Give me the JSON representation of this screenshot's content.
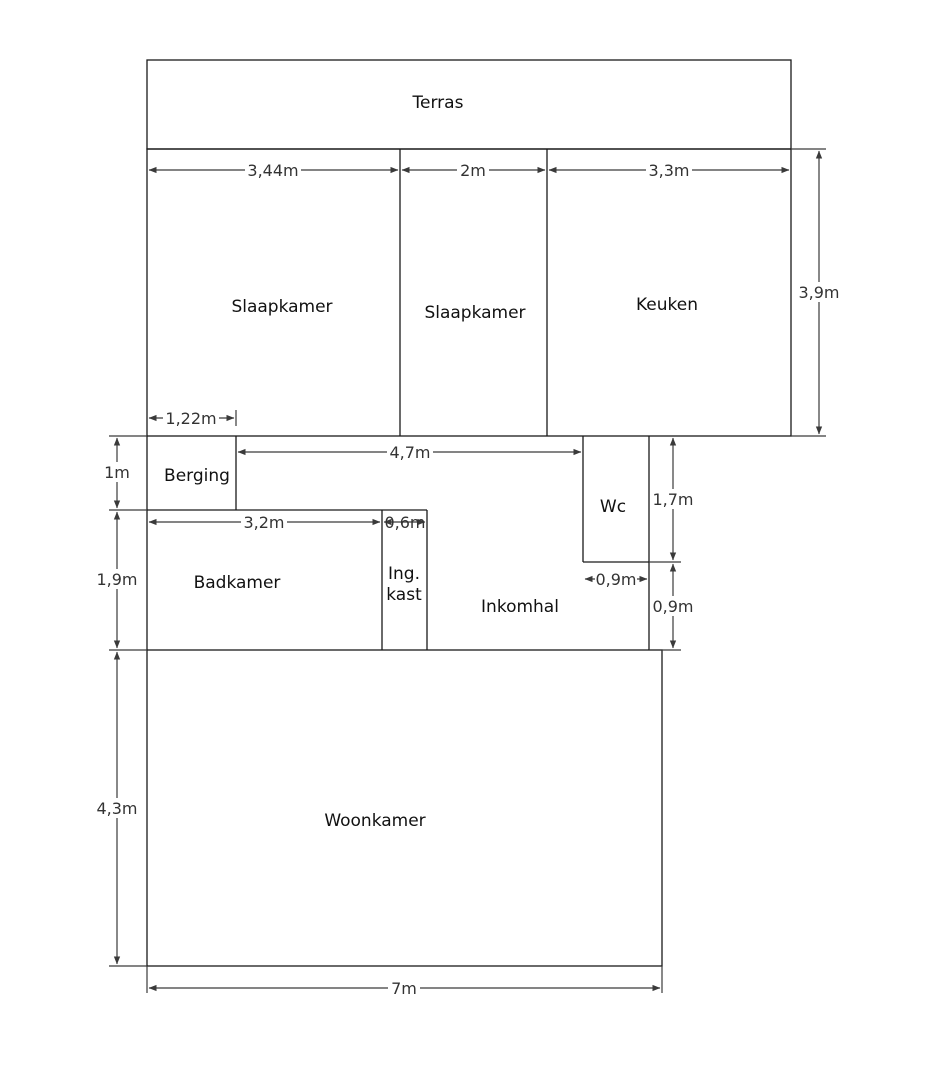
{
  "rooms": {
    "terras": "Terras",
    "slaapkamer_1": "Slaapkamer",
    "slaapkamer_2": "Slaapkamer",
    "keuken": "Keuken",
    "berging": "Berging",
    "badkamer": "Badkamer",
    "ing_kast_line1": "Ing.",
    "ing_kast_line2": "kast",
    "wc": "Wc",
    "inkomhal": "Inkomhal",
    "woonkamer": "Woonkamer"
  },
  "dimensions": {
    "slaapkamer_1_width": "3,44m",
    "slaapkamer_2_width": "2m",
    "keuken_width": "3,3m",
    "top_depth": "3,9m",
    "berging_width": "1,22m",
    "hall_width": "4,7m",
    "berging_depth": "1m",
    "wc_depth": "1,7m",
    "badkamer_width": "3,2m",
    "kast_width": "0,6m",
    "wc_width": "0,9m",
    "hall_offset": "0,9m",
    "badkamer_depth": "1,9m",
    "woonkamer_depth": "4,3m",
    "total_width": "7m"
  }
}
